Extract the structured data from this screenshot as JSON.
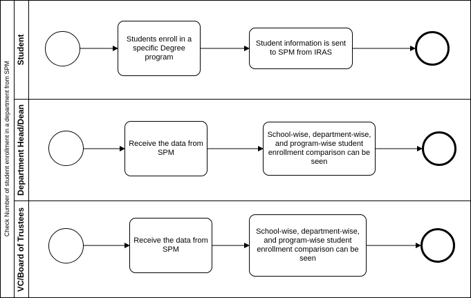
{
  "pool": {
    "label": "Check Number of student enrollment in a department from SPM"
  },
  "lanes": [
    {
      "label": "Student",
      "tasks": [
        "Students enroll in a specific Degree program",
        "Student information is sent to SPM from IRAS"
      ]
    },
    {
      "label": "Department Head/Dean",
      "tasks": [
        "Receive the data from SPM",
        "School-wise, department-wise, and program-wise student enrollment comparison can be seen"
      ]
    },
    {
      "label": "VC/Board of Trustees",
      "tasks": [
        "Receive the data from SPM",
        "School-wise, department-wise, and program-wise student enrollment comparison can be seen"
      ]
    }
  ]
}
